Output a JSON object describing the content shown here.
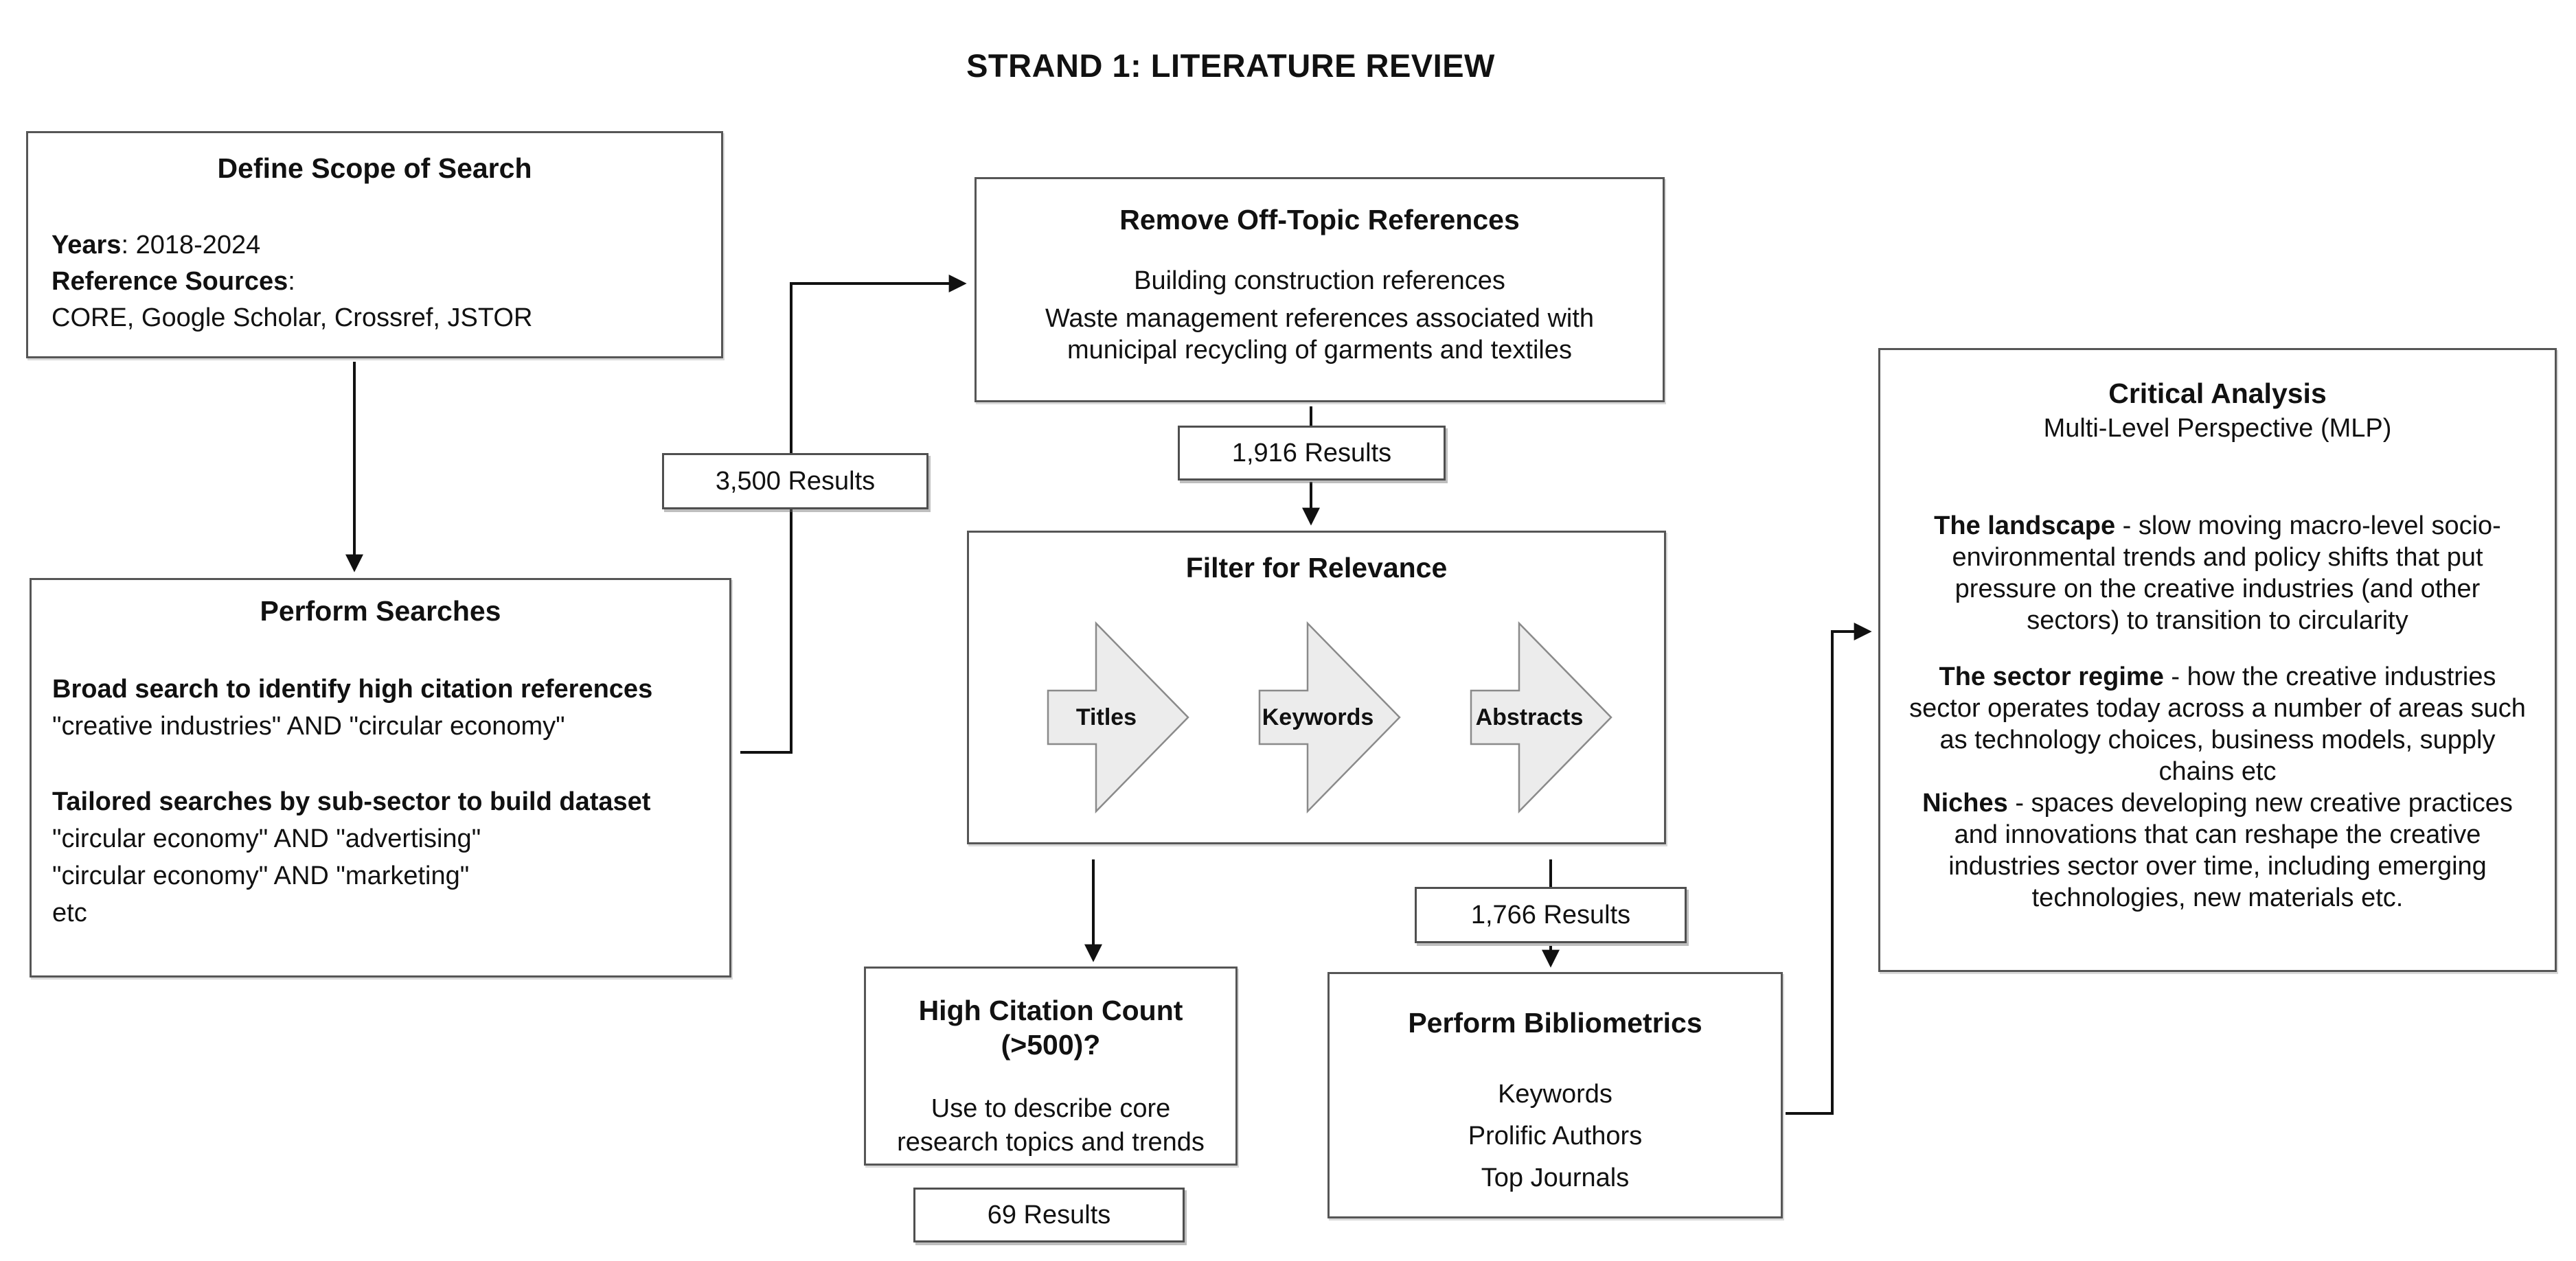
{
  "title": "STRAND 1: LITERATURE REVIEW",
  "colors": {
    "background": "#ffffff",
    "box_border": "#565656",
    "connector_line": "#111111",
    "block_arrow_fill": "#ececec",
    "block_arrow_stroke": "#8a8a8a",
    "text": "#111111"
  },
  "boxes": {
    "define_scope": {
      "title": "Define Scope of Search",
      "years_label": "Years",
      "years_value": ": 2018-2024",
      "sources_label": "Reference Sources",
      "sources_colon": ":",
      "sources_list": "CORE, Google Scholar, Crossref, JSTOR"
    },
    "perform_searches": {
      "title": "Perform Searches",
      "broad_heading": "Broad search to identify high citation references",
      "broad_query": "\"creative industries\" AND \"circular economy\"",
      "tailored_heading": "Tailored searches by sub-sector to build dataset",
      "tailored_queries": [
        "\"circular economy\" AND \"advertising\"",
        "\"circular economy\" AND \"marketing\"",
        "etc"
      ]
    },
    "remove_offtopic": {
      "title": "Remove Off-Topic References",
      "line1": "Building construction references",
      "line2": "Waste management references associated with municipal recycling of garments and textiles"
    },
    "filter_relevance": {
      "title": "Filter for Relevance",
      "arrows": [
        "Titles",
        "Keywords",
        "Abstracts"
      ]
    },
    "high_citation": {
      "title_line1": "High Citation Count",
      "title_line2": "(>500)?",
      "body": "Use to describe core research topics and trends"
    },
    "perform_bibliometrics": {
      "title": "Perform Bibliometrics",
      "lines": [
        "Keywords",
        "Prolific Authors",
        "Top Journals"
      ]
    },
    "critical_analysis": {
      "title": "Critical Analysis",
      "subtitle": "Multi-Level Perspective (MLP)",
      "sections": [
        {
          "lead": "The landscape",
          "rest": " - slow moving macro-level socio-environmental trends and policy shifts that put pressure on the creative industries (and other sectors) to transition to circularity"
        },
        {
          "lead": "The sector regime",
          "rest": " - how the creative industries sector operates today across a number of areas such as technology choices, business models, supply chains etc"
        },
        {
          "lead": "Niches",
          "rest": " - spaces developing new creative practices and innovations that can reshape the creative industries sector over time, including emerging technologies, new materials etc."
        }
      ]
    }
  },
  "result_labels": {
    "r3500": "3,500 Results",
    "r1916": "1,916 Results",
    "r1766": "1,766 Results",
    "r69": "69 Results"
  }
}
